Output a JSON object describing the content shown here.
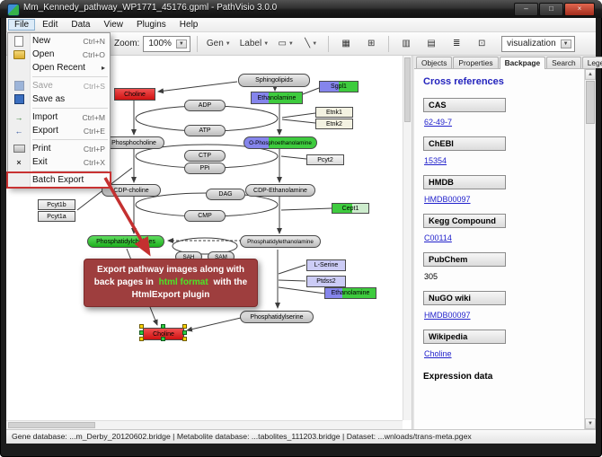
{
  "window": {
    "title": "Mm_Kennedy_pathway_WP1771_45176.gpml - PathVisio 3.0.0"
  },
  "menubar": {
    "items": [
      "File",
      "Edit",
      "Data",
      "View",
      "Plugins",
      "Help"
    ]
  },
  "file_menu": {
    "items": [
      {
        "label": "New",
        "shortcut": "Ctrl+N"
      },
      {
        "label": "Open",
        "shortcut": "Ctrl+O"
      },
      {
        "label": "Open Recent",
        "shortcut": ""
      },
      {
        "label": "Save",
        "shortcut": "Ctrl+S",
        "disabled": true
      },
      {
        "label": "Save as",
        "shortcut": ""
      },
      {
        "label": "Import",
        "shortcut": "Ctrl+M"
      },
      {
        "label": "Export",
        "shortcut": "Ctrl+E"
      },
      {
        "label": "Print",
        "shortcut": "Ctrl+P"
      },
      {
        "label": "Exit",
        "shortcut": "Ctrl+X"
      },
      {
        "label": "Batch Export",
        "shortcut": "",
        "highlighted": true
      }
    ]
  },
  "toolbar": {
    "zoom_label": "Zoom:",
    "zoom_value": "100%",
    "gen_label": "Gen",
    "label_tool": "Label",
    "visualization": "visualization"
  },
  "canvas": {
    "nodes": [
      {
        "label": "Sphingolipids"
      },
      {
        "label": "Sgpl1"
      },
      {
        "label": "Choline"
      },
      {
        "label": "Ethanolamine"
      },
      {
        "label": "ADP"
      },
      {
        "label": "Etnk1"
      },
      {
        "label": "Etnk2"
      },
      {
        "label": "ATP"
      },
      {
        "label": "Phosphocholine"
      },
      {
        "label": "O-Phosphoethanolamine"
      },
      {
        "label": "CTP"
      },
      {
        "label": "Pcyt2"
      },
      {
        "label": "PPi"
      },
      {
        "label": "CDP-choline"
      },
      {
        "label": "DAG"
      },
      {
        "label": "CDP-Ethanolamine"
      },
      {
        "label": "Cept1"
      },
      {
        "label": "CMP"
      },
      {
        "label": "Pcyt1b"
      },
      {
        "label": "Pcyt1a"
      },
      {
        "label": "Phosphatidylcholines"
      },
      {
        "label": "Phosphatidylethanolamine"
      },
      {
        "label": "SAH"
      },
      {
        "label": "SAM"
      },
      {
        "label": "L-Serine"
      },
      {
        "label": "Ptdss2"
      },
      {
        "label": "Ethanolamine"
      },
      {
        "label": "Phosphatidylserine"
      },
      {
        "label": "Choline"
      }
    ],
    "callout": {
      "text_before": "Export pathway images along with back pages in ",
      "highlight": "html format",
      "text_after": " with the HtmlExport plugin"
    }
  },
  "sidebar": {
    "tabs": [
      "Objects",
      "Properties",
      "Backpage",
      "Search",
      "Legend"
    ],
    "active_tab": "Backpage",
    "title": "Cross references",
    "sections": [
      {
        "name": "CAS",
        "value": "62-49-7",
        "link": true
      },
      {
        "name": "ChEBI",
        "value": "15354",
        "link": true
      },
      {
        "name": "HMDB",
        "value": "HMDB00097",
        "link": true
      },
      {
        "name": "Kegg Compound",
        "value": "C00114",
        "link": true
      },
      {
        "name": "PubChem",
        "value": "305",
        "link": false
      },
      {
        "name": "NuGO wiki",
        "value": "HMDB00097",
        "link": true
      },
      {
        "name": "Wikipedia",
        "value": "Choline",
        "link": true
      }
    ],
    "footer": "Expression data"
  },
  "statusbar": {
    "text": "Gene database: ...m_Derby_20120602.bridge | Metabolite database: ...tabolites_111203.bridge | Dataset: ...wnloads/trans-meta.pgex"
  },
  "colors": {
    "callout_bg": "#9e3e3e",
    "callout_highlight": "#4ce626",
    "node_green": "#3ecb3e",
    "node_red": "#e02020",
    "node_blue": "#8585ec",
    "link_blue": "#2222cc"
  }
}
